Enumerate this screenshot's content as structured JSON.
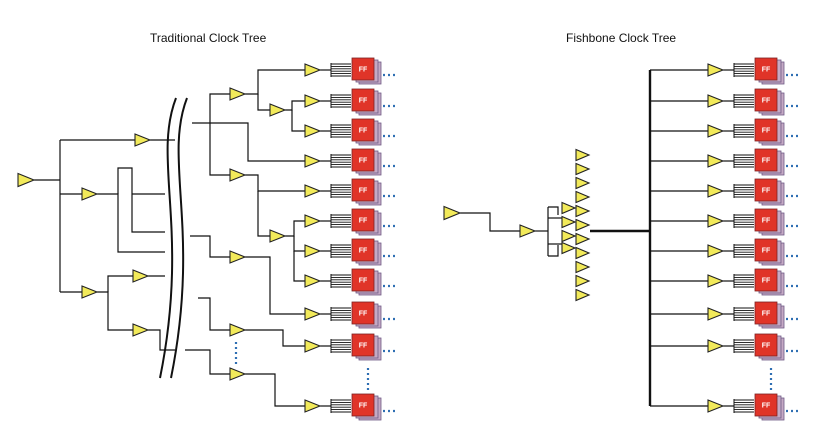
{
  "titles": {
    "traditional": "Traditional Clock Tree",
    "fishbone": "Fishbone Clock Tree"
  },
  "flip_flop_label": "FF",
  "colors": {
    "buffer_fill": "#f2ea5a",
    "flip_flop": "#e03428",
    "flip_flop_shadow": "#c5a9c4",
    "continuation_dots": "#2f6fb3"
  }
}
